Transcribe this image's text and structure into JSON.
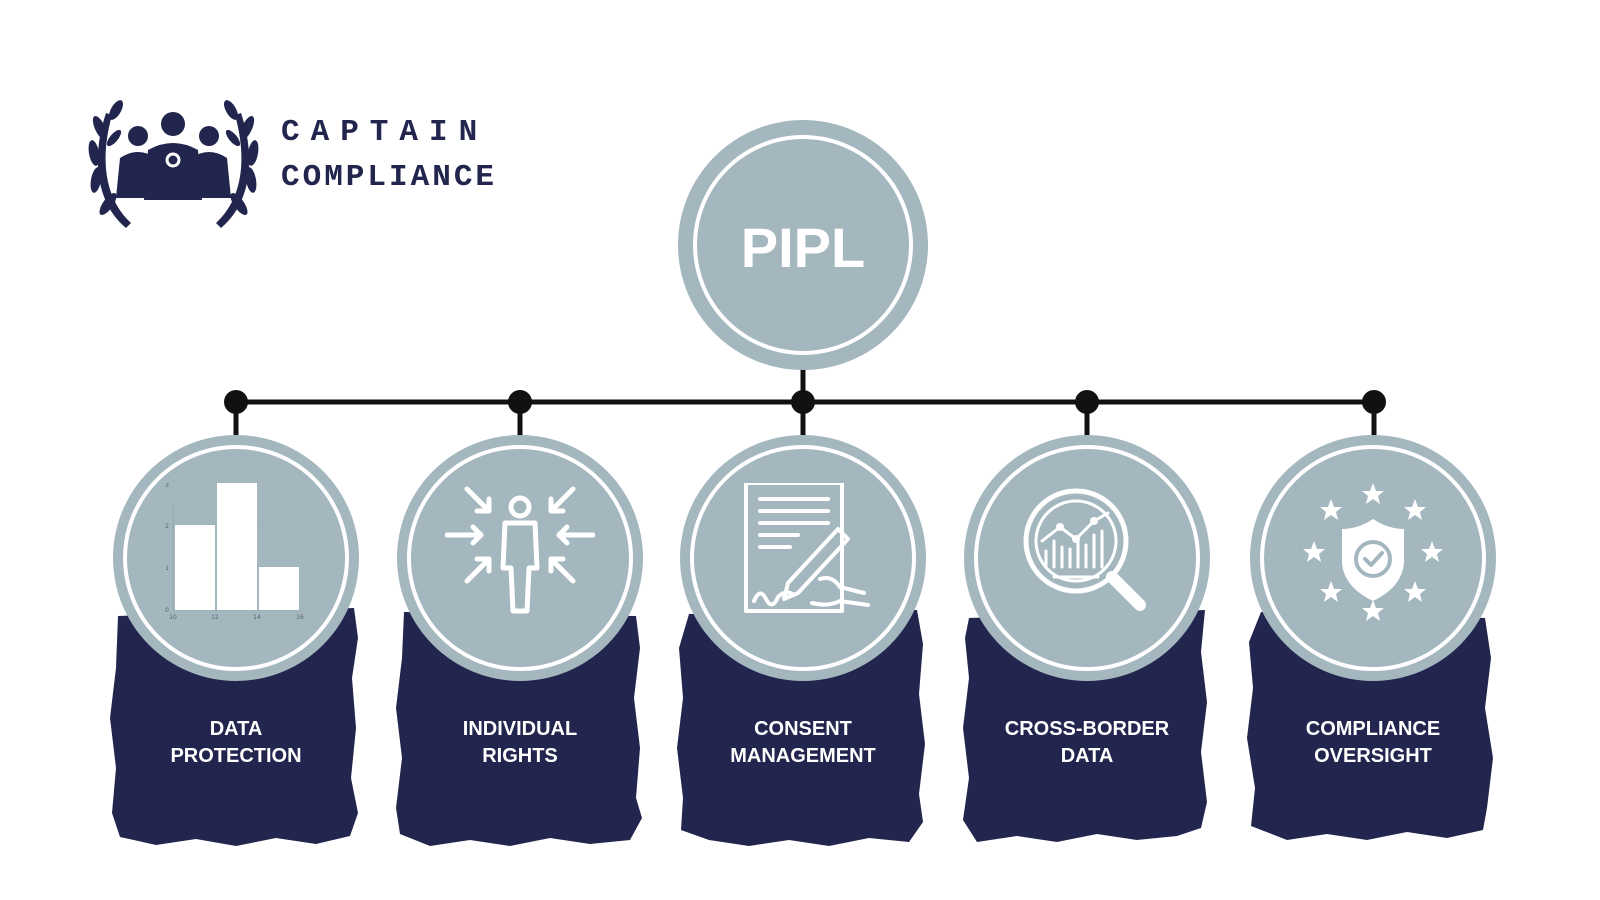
{
  "logo": {
    "line1": "CAPTAIN",
    "line2": "COMPLIANCE",
    "emblem_icon": "laurel-wreath-heroes-icon"
  },
  "center": {
    "label": "PIPL"
  },
  "colors": {
    "node_fill": "#a4b7bf",
    "brand_navy": "#22254d",
    "connector": "#111111",
    "text_light": "#ffffff"
  },
  "pillars": [
    {
      "line1": "DATA",
      "line2": "PROTECTION",
      "icon": "bar-chart-icon",
      "chart_ticks": {
        "x": [
          "10",
          "12",
          "14",
          "16"
        ],
        "y": [
          "0",
          "1",
          "2",
          "3"
        ]
      }
    },
    {
      "line1": "INDIVIDUAL",
      "line2": "RIGHTS",
      "icon": "person-arrows-icon"
    },
    {
      "line1": "CONSENT",
      "line2": "MANAGEMENT",
      "icon": "document-signature-icon"
    },
    {
      "line1": "CROSS-BORDER",
      "line2": "DATA",
      "icon": "magnifier-analytics-icon"
    },
    {
      "line1": "COMPLIANCE",
      "line2": "OVERSIGHT",
      "icon": "shield-stars-icon"
    }
  ]
}
